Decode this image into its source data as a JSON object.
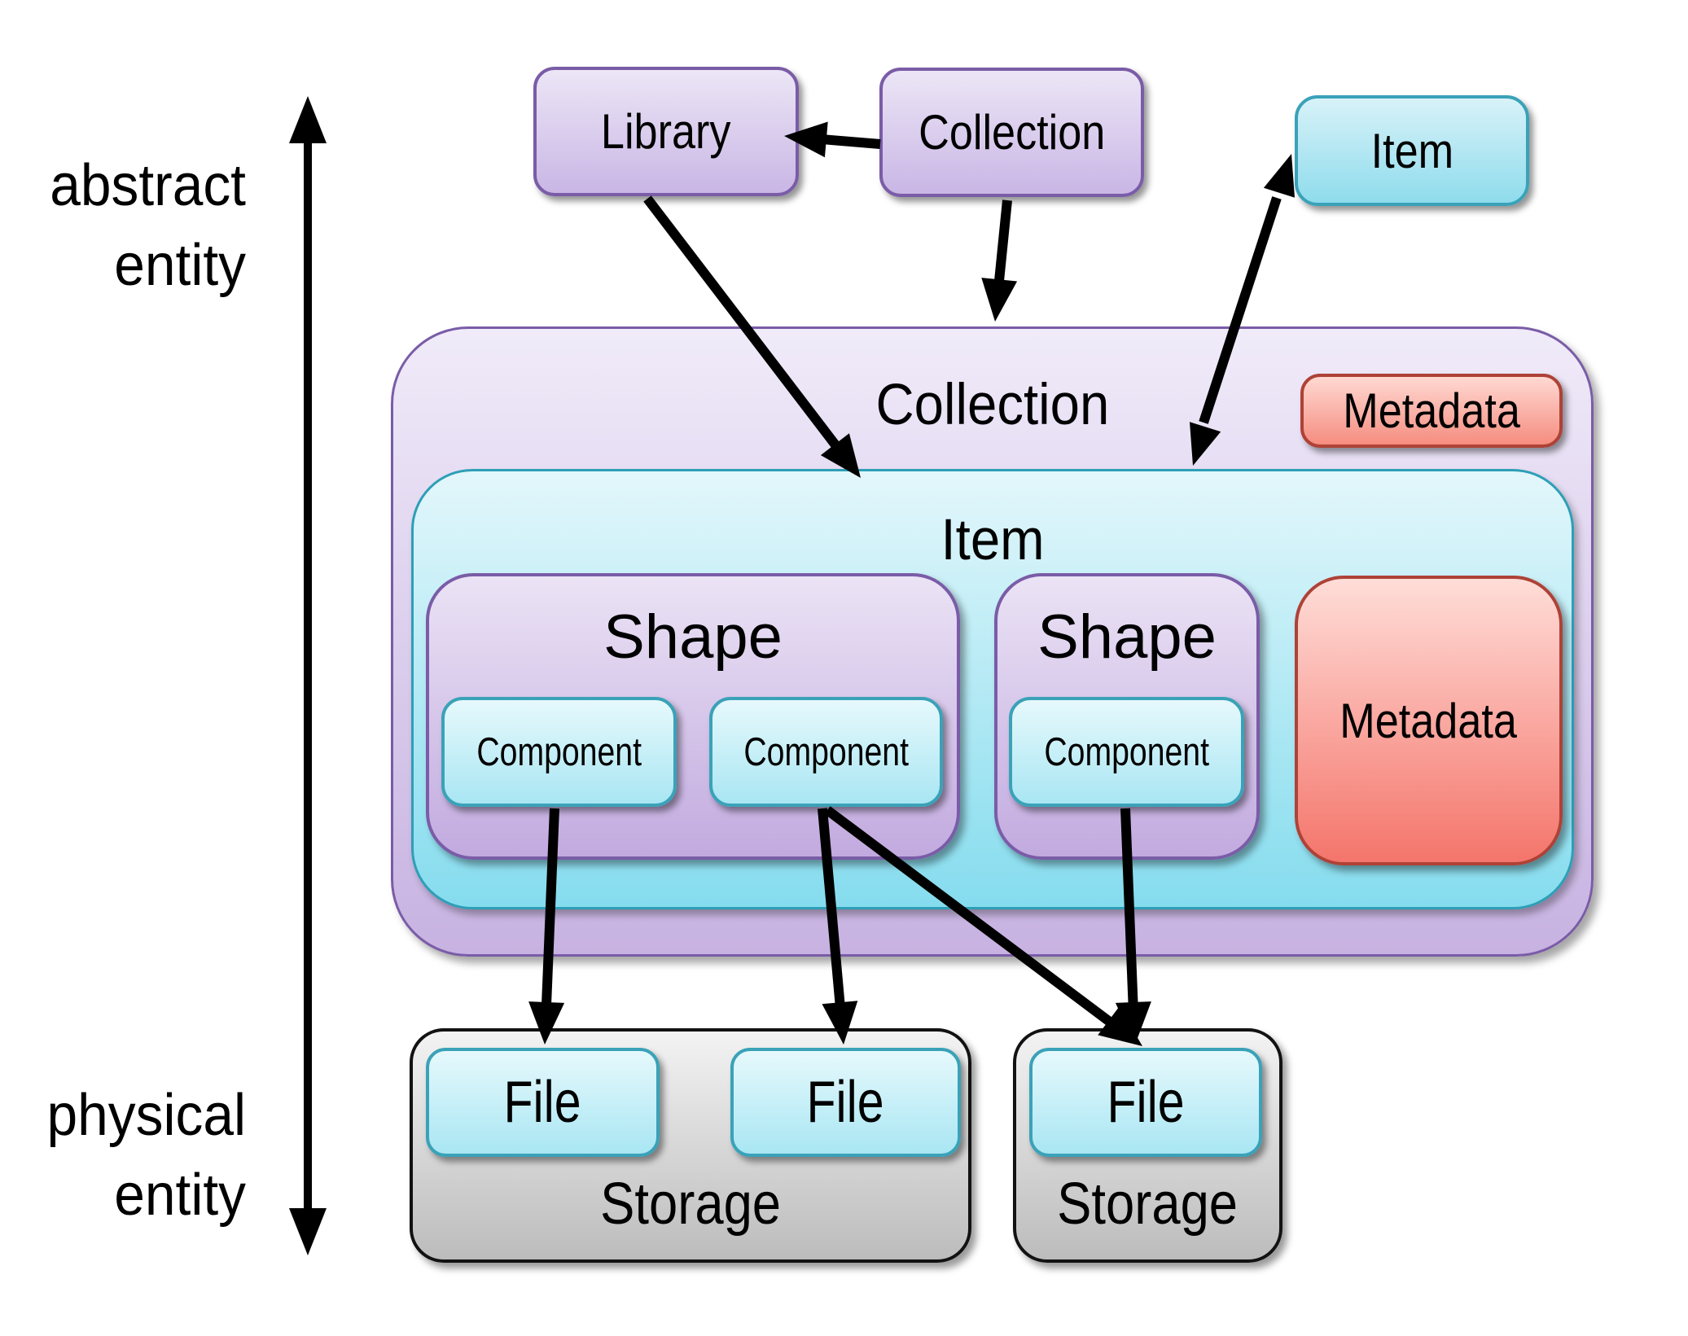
{
  "colors": {
    "background": "#ffffff",
    "text": "#000000",
    "arrow": "#000000",
    "purple_border": "#7a5ca7",
    "purple_light": "#ece6f6",
    "purple_dark": "#c9b6e5",
    "container_purple_light": "#f0ebf9",
    "container_purple_dark": "#c7b2e1",
    "teal_border": "#3aa2b8",
    "cyan_light": "#e6f9fc",
    "cyan_dark": "#a9e6f3",
    "container_cyan_border": "#2d9fb7",
    "container_cyan_light": "#e3f7fb",
    "container_cyan_dark": "#85dcee",
    "red_border": "#ae4237",
    "red_light": "#ffd9d2",
    "red_dark": "#f58d80",
    "red_big_dark": "#f4756b",
    "gray_border": "#121212",
    "gray_light": "#f3f3f3",
    "gray_dark": "#bcbcbc"
  },
  "axis": {
    "top": [
      "abstract",
      "entity"
    ],
    "bottom": [
      "physical",
      "entity"
    ]
  },
  "nodes": {
    "library": {
      "label": "Library"
    },
    "collection_ref": {
      "label": "Collection"
    },
    "item_ref": {
      "label": "Item"
    },
    "collection": {
      "label": "Collection"
    },
    "collection_metadata": {
      "label": "Metadata"
    },
    "item": {
      "label": "Item"
    },
    "shape_a": {
      "label": "Shape"
    },
    "shape_b": {
      "label": "Shape"
    },
    "component_a1": {
      "label": "Component"
    },
    "component_a2": {
      "label": "Component"
    },
    "component_b1": {
      "label": "Component"
    },
    "item_metadata": {
      "label": "Metadata"
    },
    "storage_a": {
      "label": "Storage"
    },
    "storage_b": {
      "label": "Storage"
    },
    "file_a1": {
      "label": "File"
    },
    "file_a2": {
      "label": "File"
    },
    "file_b1": {
      "label": "File"
    }
  },
  "relations": [
    {
      "from": "collection_ref",
      "to": "library",
      "style": "arrow"
    },
    {
      "from": "collection_ref",
      "to": "collection",
      "style": "arrow"
    },
    {
      "from": "library",
      "to": "item",
      "style": "arrow"
    },
    {
      "from": "item_ref",
      "to": "item",
      "style": "double-arrow"
    },
    {
      "from": "component_a1",
      "to": "file_a1",
      "style": "arrow"
    },
    {
      "from": "component_a2",
      "to": "file_a2",
      "style": "arrow"
    },
    {
      "from": "component_a2",
      "to": "file_b1",
      "style": "arrow"
    },
    {
      "from": "component_b1",
      "to": "file_b1",
      "style": "arrow"
    },
    {
      "from": "physical entity",
      "to": "abstract entity",
      "style": "double-arrow-axis"
    }
  ]
}
